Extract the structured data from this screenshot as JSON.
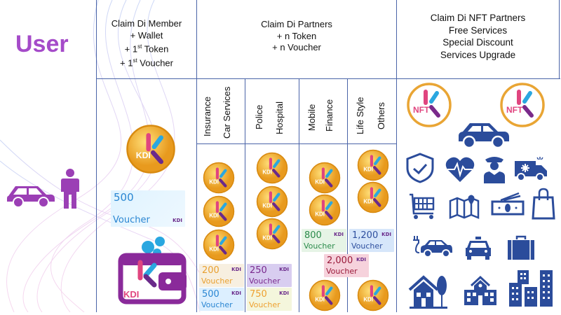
{
  "user_section": {
    "title": "User"
  },
  "member_header": {
    "line1": "Claim Di Member",
    "line2": "+ Wallet",
    "line3_prefix": "+ 1",
    "line3_sup": "st",
    "line3_suffix": " Token",
    "line4_prefix": "+ 1",
    "line4_sup": "st",
    "line4_suffix": " Voucher"
  },
  "partners_header": {
    "line1": "Claim Di Partners",
    "line2": "+ n Token",
    "line3": "+ n Voucher"
  },
  "nft_header": {
    "line1": "Claim Di NFT Partners",
    "line2": "Free Services",
    "line3": "Special Discount",
    "line4": "Services Upgrade"
  },
  "categories": [
    {
      "a": "Insurance",
      "b": "Car Services"
    },
    {
      "a": "Police",
      "b": "Hospital"
    },
    {
      "a": "Mobile",
      "b": "Finance"
    },
    {
      "a": "Life Style",
      "b": "Others"
    }
  ],
  "coin_label": "KDI",
  "nft_label": "NFT",
  "member_voucher": {
    "amount": "500",
    "word": "Voucher",
    "brand": "KDI"
  },
  "wallet_label": "KDI",
  "vouchers": [
    {
      "amount": "200",
      "word": "Voucher",
      "brand": "KDI",
      "color": "#e8a030",
      "bg": "#f7efe0"
    },
    {
      "amount": "250",
      "word": "Voucher",
      "brand": "KDI",
      "color": "#7a2a8e",
      "bg": "#d8cdf0"
    },
    {
      "amount": "500",
      "word": "Voucher",
      "brand": "KDI",
      "color": "#2a86d2",
      "bg": "#dcefff"
    },
    {
      "amount": "750",
      "word": "Voucher",
      "brand": "KDI",
      "color": "#eea030",
      "bg": "#f4f6dc"
    },
    {
      "amount": "800",
      "word": "Voucher",
      "brand": "KDI",
      "color": "#2a8a4a",
      "bg": "#e6f4e6"
    },
    {
      "amount": "1,200",
      "word": "Voucher",
      "brand": "KDI",
      "color": "#2e4f9e",
      "bg": "#d6e6fa"
    },
    {
      "amount": "2,000",
      "word": "Voucher",
      "brand": "KDI",
      "color": "#9a1a3a",
      "bg": "#f6d2dc"
    }
  ],
  "colors": {
    "grid": "#4a64a8",
    "icon": "#2b4c9b",
    "user": "#9b3fb5",
    "gold": "#f1b636"
  },
  "nft_icons": [
    "shield-check-icon",
    "heart-pulse-icon",
    "police-officer-icon",
    "ambulance-icon",
    "shopping-cart-icon",
    "map-pin-icon",
    "money-icon",
    "shopping-bag-icon",
    "electric-car-icon",
    "taxi-icon",
    "suitcase-icon",
    "house-icon",
    "school-icon",
    "office-buildings-icon"
  ]
}
